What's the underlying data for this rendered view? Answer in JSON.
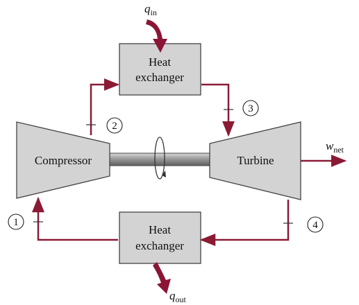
{
  "colors": {
    "flow_line": "#8B1A35",
    "heat_arrow": "#8B1535",
    "component_fill": "#D3D3D3",
    "outline": "#444444",
    "shaft": "#9A9A9A"
  },
  "components": {
    "heat_exchanger_top": {
      "line1": "Heat",
      "line2": "exchanger"
    },
    "heat_exchanger_bottom": {
      "line1": "Heat",
      "line2": "exchanger"
    },
    "compressor": {
      "label": "Compressor"
    },
    "turbine": {
      "label": "Turbine"
    }
  },
  "states": [
    "1",
    "2",
    "3",
    "4"
  ],
  "flows": {
    "q_in": {
      "symbol": "q",
      "subscript": "in"
    },
    "q_out": {
      "symbol": "q",
      "subscript": "out"
    },
    "w_net": {
      "symbol": "w",
      "subscript": "net"
    }
  }
}
